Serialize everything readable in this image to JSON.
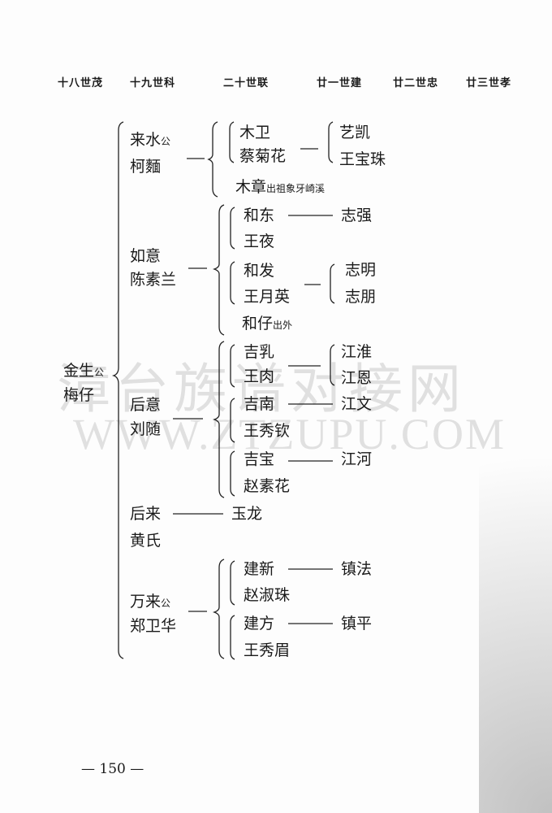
{
  "headers": [
    "十八世茂",
    "十九世科",
    "二十世联",
    "廿一世建",
    "廿二世忠",
    "廿三世孝"
  ],
  "root": {
    "name": "金生",
    "title": "公",
    "spouse": "梅仔"
  },
  "b1": {
    "name": "来水",
    "title": "公",
    "spouse": "柯麵",
    "c1": {
      "name": "木卫",
      "spouse": "蔡菊花",
      "children": [
        "艺凯",
        "王宝珠"
      ]
    },
    "c2": {
      "name": "木章",
      "note": "出祖象牙崎溪"
    }
  },
  "b2": {
    "name": "如意",
    "spouse": "陈素兰",
    "c1": {
      "name": "和东",
      "spouse": "王夜",
      "child": "志强"
    },
    "c2": {
      "name": "和发",
      "spouse": "王月英",
      "children": [
        "志明",
        "志朋"
      ]
    },
    "c3": {
      "name": "和仔",
      "note": "出外"
    }
  },
  "b3": {
    "name": "后意",
    "spouse": "刘随",
    "c1": {
      "name": "吉乳",
      "spouse": "王肉",
      "children": [
        "江淮",
        "江恩"
      ]
    },
    "c2": {
      "name": "吉南",
      "spouse": "王秀钦",
      "child": "江文"
    },
    "c3": {
      "name": "吉宝",
      "spouse": "赵素花",
      "child": "江河"
    }
  },
  "b4": {
    "name": "后来",
    "spouse": "黄氏",
    "child": "玉龙"
  },
  "b5": {
    "name": "万来",
    "title": "公",
    "spouse": "郑卫华",
    "c1": {
      "name": "建新",
      "spouse": "赵淑珠",
      "child": "镇法"
    },
    "c2": {
      "name": "建方",
      "spouse": "王秀眉",
      "child": "镇平"
    }
  },
  "watermark": {
    "cn": "漳台族谱对接网",
    "url": "WWW.ZTZUPU.COM"
  },
  "page_number": "— 150 —"
}
